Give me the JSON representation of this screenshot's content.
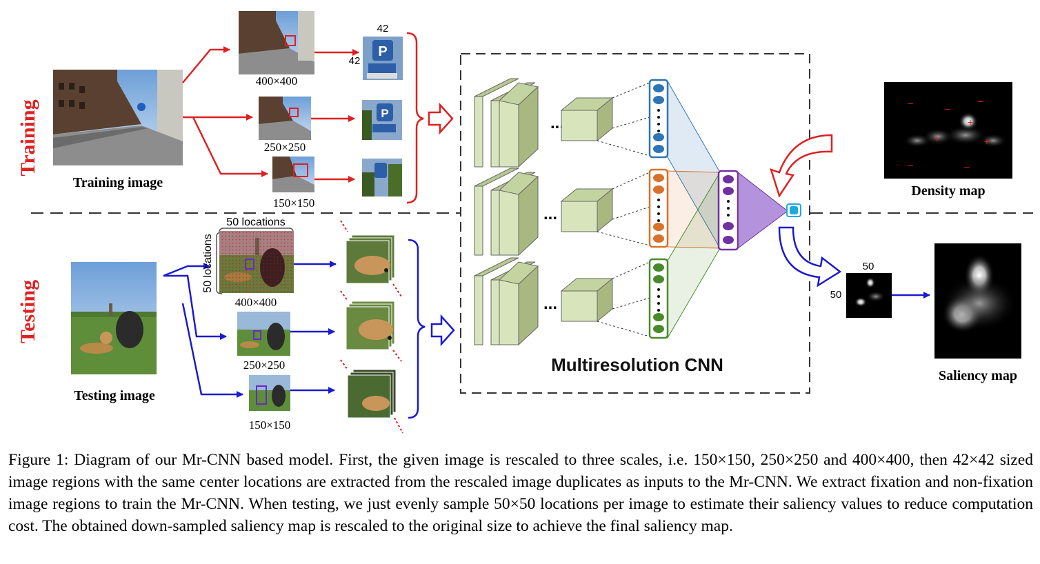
{
  "labels": {
    "training": "Training",
    "testing": "Testing",
    "training_image": "Training image",
    "testing_image": "Testing image",
    "scale_400": "400×400",
    "scale_250": "250×250",
    "scale_150": "150×150",
    "patch_42": "42",
    "locations": "50 locations",
    "cnn_title": "Multiresolution CNN",
    "density_map": "Density map",
    "saliency_map": "Saliency map",
    "map_50": "50",
    "dots": "...",
    "plus": "+",
    "minus": "–"
  },
  "colors": {
    "training_arrow": "#e02020",
    "testing_arrow": "#1a1ad0",
    "branch1": "#2e75b6",
    "branch2": "#d9712a",
    "branch3": "#4a8a2a",
    "merge": "#7030a0",
    "output": "#1fa8e0",
    "feature_map": "#d8e4bc"
  },
  "caption": "Figure 1: Diagram of our Mr-CNN based model. First, the given image is rescaled to three scales, i.e. 150×150, 250×250 and 400×400, then 42×42 sized image regions with the same center locations are extracted from the rescaled image duplicates as inputs to the Mr-CNN. We extract fixation and non-fixation image regions to train the Mr-CNN. When testing, we just evenly sample 50×50 locations per image to estimate their saliency values to reduce computation cost. The obtained down-sampled saliency map is rescaled to the original size to achieve the final saliency map."
}
